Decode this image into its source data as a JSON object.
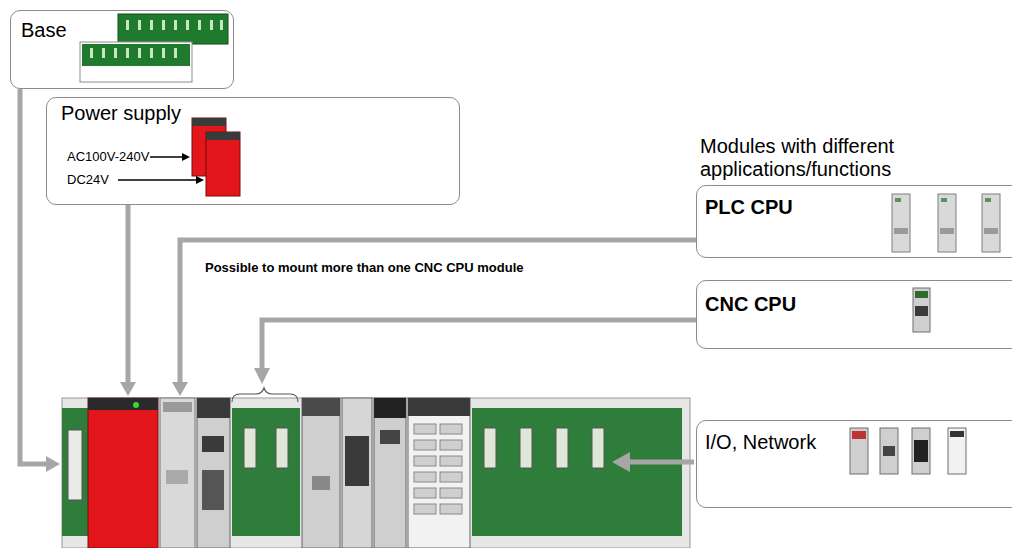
{
  "diagram": {
    "nodes": [
      {
        "text": [
          "Base"
        ]
      },
      {
        "text": [
          "Power supply",
          "AC100V-240V",
          "DC24V"
        ]
      },
      {
        "text": [
          "PLC CPU"
        ]
      },
      {
        "text": [
          "CNC CPU"
        ]
      },
      {
        "text": [
          "I/O, Network"
        ]
      }
    ],
    "labels": [
      "Modules with different applications/functions",
      "Possible to mount more than one CNC CPU module"
    ]
  }
}
